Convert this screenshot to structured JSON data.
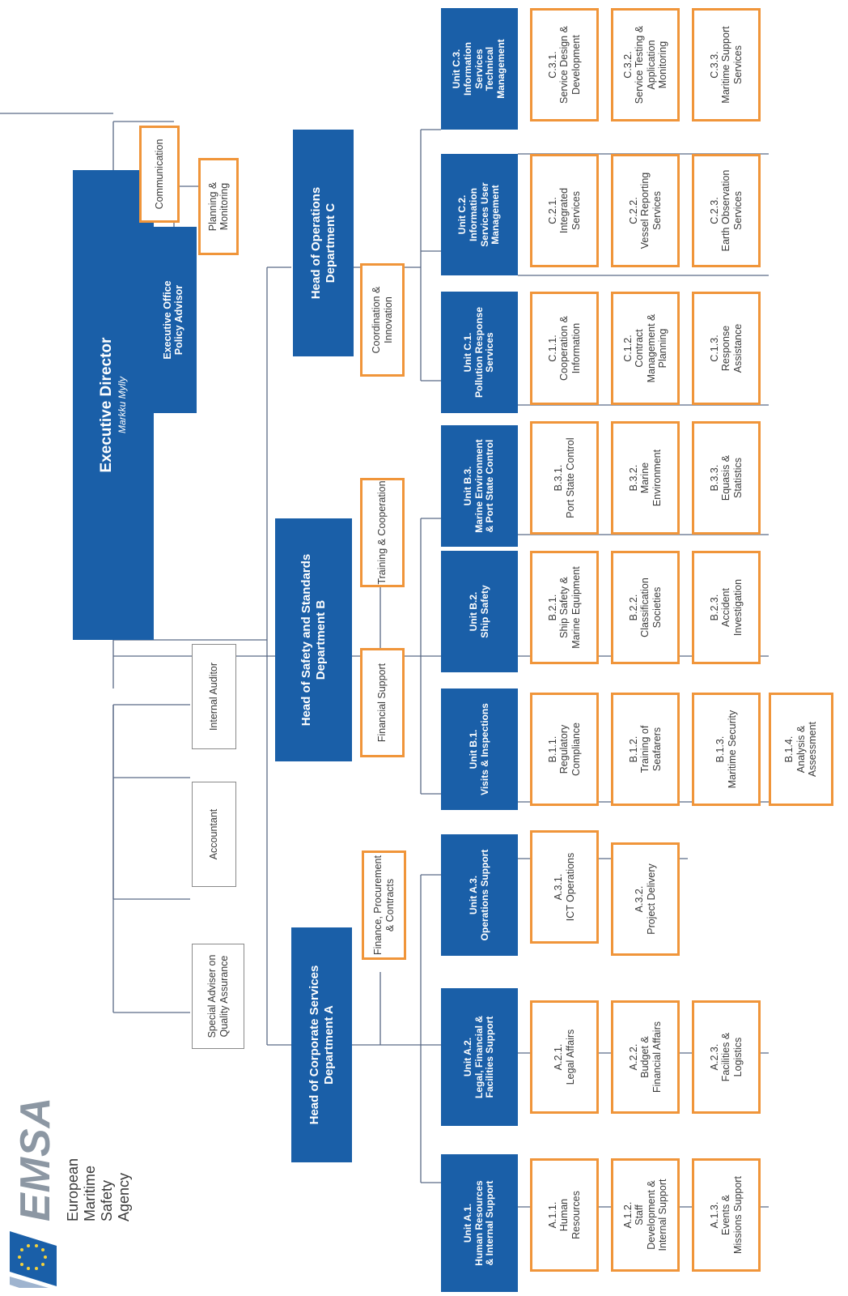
{
  "logo": {
    "brand": "EMSA",
    "agency": "European Maritime Safety Agency"
  },
  "director": {
    "title": "Executive Director",
    "name": "Markku Mylly"
  },
  "executive_office": {
    "label": "Executive Office\nPolicy Advisor",
    "functions": [
      "Communication",
      "Planning &\nMonitoring"
    ]
  },
  "director_staff": [
    "Special Adviser on\nQuality Assurance",
    "Accountant",
    "Internal Auditor"
  ],
  "departments": [
    {
      "head": "Head of Corporate Services\nDepartment A",
      "functions": [
        "Finance, Procurement\n& Contracts"
      ],
      "units": [
        {
          "name": "Unit A.1.\nHuman Resources\n& Internal Support",
          "sections": [
            "A.1.1.\nHuman\nResources",
            "A.1.2.\nStaff\nDevelopment &\nInternal Support",
            "A.1.3.\nEvents &\nMissions Support"
          ]
        },
        {
          "name": "Unit A.2.\nLegal, Financial &\nFacilities Support",
          "sections": [
            "A.2.1.\nLegal Affairs",
            "A.2.2.\nBudget &\nFinancial Affairs",
            "A.2.3.\nFacilities &\nLogistics"
          ]
        },
        {
          "name": "Unit A.3.\nOperations Support",
          "sections": [
            "A.3.1.\nICT Operations",
            "A.3.2.\nProject Delivery"
          ]
        }
      ]
    },
    {
      "head": "Head of Safety and Standards\nDepartment B",
      "functions": [
        "Financial Support",
        "Training & Cooperation"
      ],
      "units": [
        {
          "name": "Unit B.1.\nVisits & Inspections",
          "sections": [
            "B.1.1.\nRegulatory\nCompliance",
            "B.1.2.\nTraining of\nSeafarers",
            "B.1.3.\nMaritime Security",
            "B.1.4.\nAnalysis &\nAssessment"
          ]
        },
        {
          "name": "Unit B.2.\nShip Safety",
          "sections": [
            "B.2.1.\nShip Safety &\nMarine Equipment",
            "B.2.2.\nClassification\nSocieties",
            "B.2.3.\nAccident\nInvestigation"
          ]
        },
        {
          "name": "Unit B.3.\nMarine Environment\n& Port State Control",
          "sections": [
            "B.3.1.\nPort State Control",
            "B.3.2.\nMarine\nEnvironment",
            "B.3.3.\nEquasis &\nStatistics"
          ]
        }
      ]
    },
    {
      "head": "Head of Operations\nDepartment C",
      "functions": [
        "Coordination &\nInnovation"
      ],
      "units": [
        {
          "name": "Unit C.1.\nPollution Response\nServices",
          "sections": [
            "C.1.1.\nCooperation &\nInformation",
            "C.1.2.\nContract\nManagement &\nPlanning",
            "C.1.3.\nResponse\nAssistance"
          ]
        },
        {
          "name": "Unit C.2.\nInformation\nServices User\nManagement",
          "sections": [
            "C.2.1.\nIntegrated\nServices",
            "C.2.2.\nVessel Reporting\nServices",
            "C.2.3.\nEarth Observation\nServices"
          ]
        },
        {
          "name": "Unit C.3.\nInformation\nServices\nTechnical\nManagement",
          "sections": [
            "C.3.1.\nService Design &\nDevelopment",
            "C.3.2.\nService Testing &\nApplication\nMonitoring",
            "C.3.3.\nMaritime Support\nServices"
          ]
        }
      ]
    }
  ]
}
